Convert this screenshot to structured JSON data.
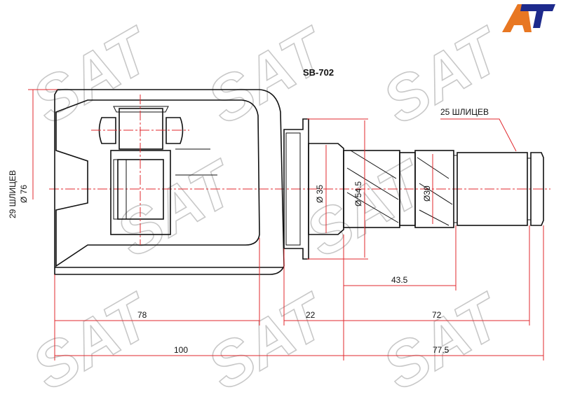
{
  "title": "SB-702",
  "logo": {
    "text": "AT",
    "colors": [
      "#e87722",
      "#1d2a8c"
    ]
  },
  "watermark": "SAT",
  "callouts": {
    "left_splines": "29 ШЛИЦЕВ",
    "left_diameter": "Ø 76",
    "right_splines": "25 ШЛИЦЕВ"
  },
  "diameters": {
    "d35": "Ø 35",
    "d54_5": "Ø 54.5",
    "d30": "Ø30"
  },
  "dimensions": {
    "d43_5": "43.5",
    "d78": "78",
    "d22": "22",
    "d72": "72",
    "d100": "100",
    "d77_5": "77.5"
  },
  "colors": {
    "dimension": "#e0282d",
    "outline": "#111111",
    "watermark": "#c8c8c8"
  }
}
